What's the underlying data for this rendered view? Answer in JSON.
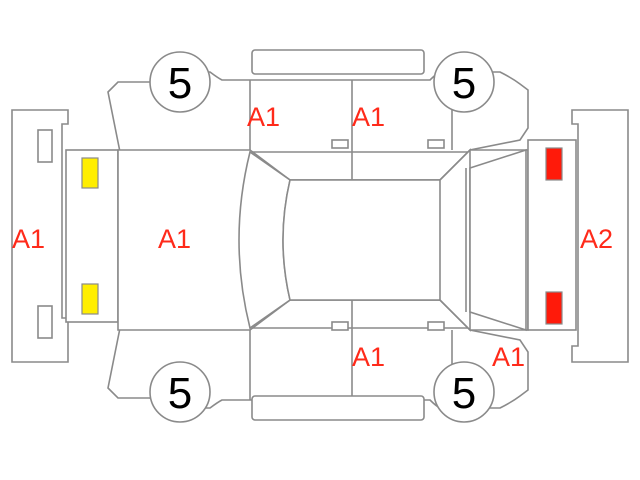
{
  "tires": {
    "front_left": "5",
    "rear_left": "5",
    "front_right": "5",
    "rear_right": "5"
  },
  "damage_codes": {
    "front_bumper": "A1",
    "hood": "A1",
    "left_front_door": "A1",
    "left_rear_door": "A1",
    "right_rear_door": "A1",
    "right_rear_quarter": "A1",
    "rear_bumper": "A2"
  },
  "colors": {
    "outline": "#8a8a8a",
    "damage_text": "#ff2a1a",
    "headlight": "#ffee00",
    "taillight": "#ff1a0a"
  }
}
